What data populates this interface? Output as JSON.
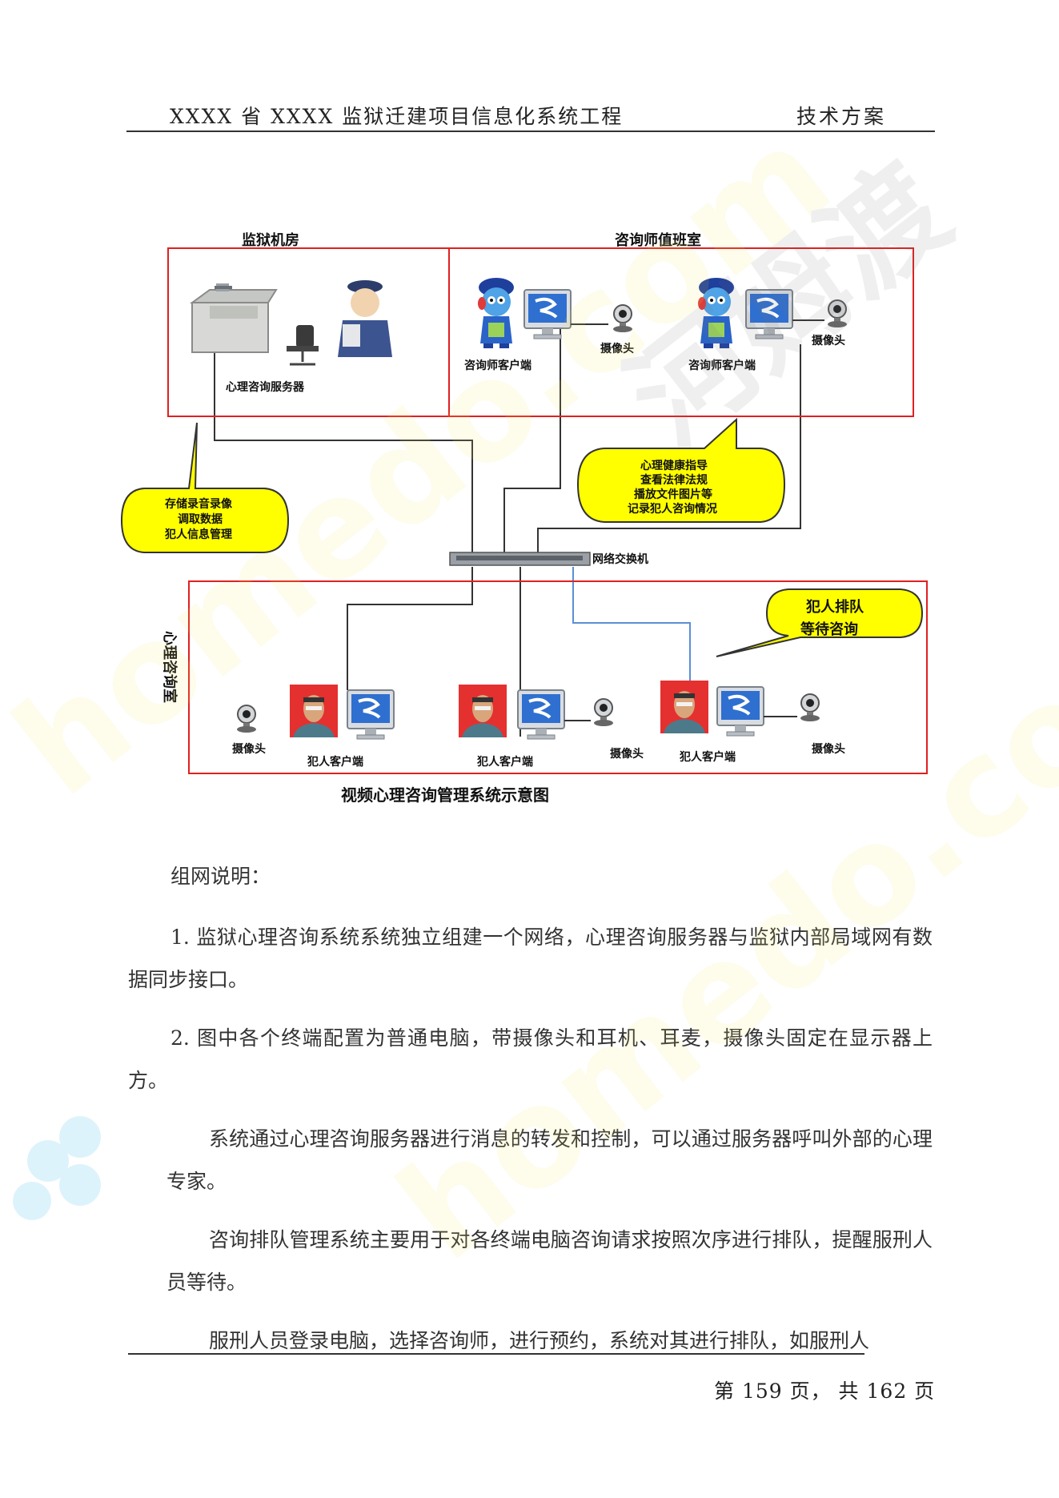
{
  "header": {
    "title": "XXXX 省 XXXX 监狱迁建项目信息化系统工程",
    "section": "技术方案"
  },
  "diagram": {
    "zones": {
      "server_room": "监狱机房",
      "counselor_room": "咨询师值班室",
      "consult_room": "心理咨询室"
    },
    "labels": {
      "server": "心理咨询服务器",
      "counselor_client_1": "咨询师客户端",
      "counselor_client_2": "咨询师客户端",
      "camera_1": "摄像头",
      "camera_2": "摄像头",
      "switch": "网络交换机",
      "camera_3": "摄像头",
      "camera_4": "摄像头",
      "camera_5": "摄像头",
      "inmate_client_1": "犯人客户端",
      "inmate_client_2": "犯人客户端",
      "inmate_client_3": "犯人客户端"
    },
    "callouts": {
      "storage": [
        "存储录音录像",
        "调取数据",
        "犯人信息管理"
      ],
      "guidance": [
        "心理健康指导",
        "查看法律法规",
        "播放文件图片等",
        "记录犯人咨询情况"
      ],
      "queue": [
        "犯人排队",
        "等待咨询"
      ]
    },
    "caption": "视频心理咨询管理系统示意图",
    "colors": {
      "zone_border": "#e02020",
      "callout_fill": "#ffff00",
      "line": "#333333",
      "line_blue": "#5b8fd6"
    }
  },
  "body": {
    "heading": "组网说明：",
    "p1": "1. 监狱心理咨询系统系统独立组建一个网络，心理咨询服务器与监狱内部局域网有数据同步接口。",
    "p2": "2. 图中各个终端配置为普通电脑，带摄像头和耳机、耳麦，摄像头固定在显示器上方。",
    "p3": "系统通过心理咨询服务器进行消息的转发和控制，可以通过服务器呼叫外部的心理专家。",
    "p4": "咨询排队管理系统主要用于对各终端电脑咨询请求按照次序进行排队，提醒服刑人员等待。",
    "p5": "服刑人员登录电脑，选择咨询师，进行预约，系统对其进行排队，如服刑人"
  },
  "footer": {
    "page": "第 159 页， 共 162 页"
  },
  "watermark": {
    "site": "homedo.com",
    "brand": "河姆渡"
  }
}
